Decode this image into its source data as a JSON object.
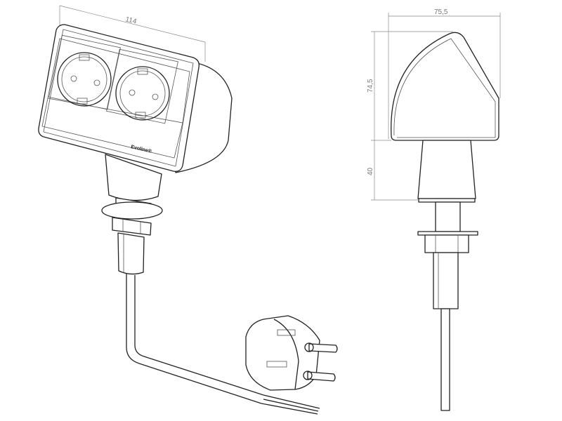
{
  "drawing": {
    "perspective_view": {
      "dimension_width": "114",
      "logo": "Evoline®"
    },
    "side_view": {
      "dimension_depth": "75,5",
      "dimension_head_height": "74,5",
      "dimension_stem_height": "40"
    }
  }
}
